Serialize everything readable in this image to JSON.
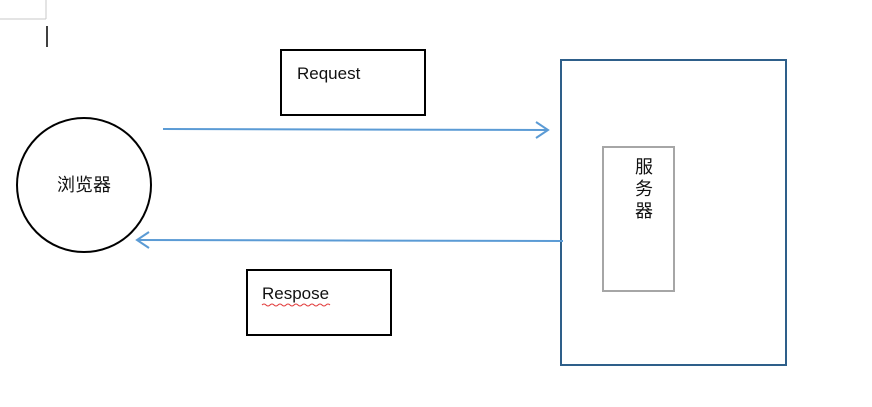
{
  "diagram": {
    "browser_label": "浏览器",
    "server_label_chars": [
      "服",
      "务",
      "器"
    ],
    "request_label": "Request",
    "response_label": "Respose",
    "colors": {
      "arrow": "#5b9bd5",
      "server_outer_border": "#2e5f8a",
      "server_inner_border": "#a6a6a6",
      "box_border": "#000000",
      "spellcheck_underline": "#e23b3b"
    }
  }
}
